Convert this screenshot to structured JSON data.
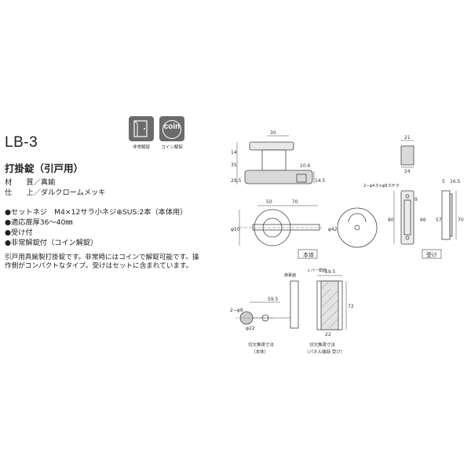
{
  "badges": {
    "emergency_caption": "非常解錠",
    "coin_label": "coin",
    "coin_caption": "コイン解錠"
  },
  "header": {
    "model": "LB-3",
    "product_name": "打掛錠（引戸用）"
  },
  "specs": {
    "material_label": "材　　質",
    "material_value": "／真鍮",
    "finish_label": "仕　　上",
    "finish_value": "／ダルクロームメッキ",
    "bullets": [
      "●セットネジ　M4×12サラ小ネジ⊕SUS:2本（本体用）",
      "●適応扉厚36～40㎜",
      "●受け付",
      "●非常解錠付（コイン解錠）"
    ]
  },
  "description": "引戸用真鍮製打掛錠です。非常時にはコインで解錠可能です。操作側がコンパクトなタイプ。受けはセットに含まれています。",
  "drawing": {
    "dims_body_top": [
      "30",
      "14",
      "35",
      "10.6",
      "29.5",
      "14.5"
    ],
    "dims_body_front": [
      "50",
      "70",
      "φ50",
      "φ42"
    ],
    "label_body": "本体",
    "dims_receiver": [
      "21",
      "24",
      "5",
      "16.5",
      "2−φ4.5×φ8.5サラ",
      "9",
      "80",
      "66",
      "57",
      "70"
    ],
    "label_receiver": "受け",
    "dims_cut": [
      "扉裏面",
      "59.5",
      "2−φ9",
      "φ22",
      "レバー側面",
      "19.5",
      "72",
      "22"
    ],
    "caption_cut_body": [
      "切欠推奨寸法",
      "（本体）"
    ],
    "caption_cut_receiver": [
      "切欠推奨寸法",
      "（パネル端部:受け）"
    ]
  }
}
